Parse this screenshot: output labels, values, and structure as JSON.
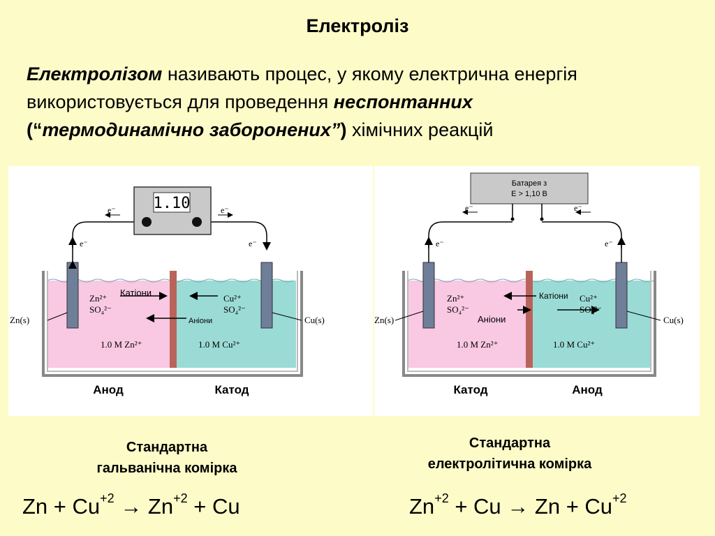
{
  "title": "Електроліз",
  "definition": {
    "term": "Електролізом",
    "part1": " називають процес, у якому електрична енергія використовується для проведення ",
    "bold1": "неспонтанних",
    "part2": " (",
    "quote_open": "“",
    "bold2": "термодинамічно заборонених",
    "quote_close": "”",
    "part3": ")",
    "part4": " хімічних реакцій"
  },
  "galvanic": {
    "meter_value": "1.10",
    "e": "e⁻",
    "cations": "Катіони",
    "anions": "Аніони",
    "left_electrode": "Zn(s)",
    "right_electrode": "Cu(s)",
    "left_ions1": "Zn²⁺",
    "left_ions2": "SO₄²⁻",
    "right_ions1": "Cu²⁺",
    "right_ions2": "SO₄²⁻",
    "left_conc": "1.0 M Zn²⁺",
    "right_conc": "1.0 M Cu²⁺",
    "left_label": "Анод",
    "right_label": "Катод",
    "caption_line1": "Стандартна",
    "caption_line2": "гальванічна комірка"
  },
  "electrolytic": {
    "battery_line1": "Батарея з",
    "battery_line2": "E > 1,10 B",
    "e": "e⁻",
    "cations": "Катіони",
    "anions": "Аніони",
    "left_electrode": "Zn(s)",
    "right_electrode": "Cu(s)",
    "left_ions1": "Zn²⁺",
    "left_ions2": "SO₄²⁻",
    "right_ions1": "Cu²⁺",
    "right_ions2": "SO₄²⁻",
    "left_conc": "1.0 M Zn²⁺",
    "right_conc": "1.0 M Cu²⁺",
    "left_label": "Катод",
    "right_label": "Анод",
    "caption_line1": "Стандартна",
    "caption_line2": "електролітична комірка"
  },
  "equations": {
    "left": {
      "a": "Zn + Cu",
      "a_sup": "+2",
      "b": " → Zn",
      "b_sup": "+2",
      "c": " + Cu"
    },
    "right": {
      "a": "Zn",
      "a_sup": "+2",
      "b": " + Cu → Zn + Cu",
      "b_sup": "+2"
    }
  },
  "colors": {
    "background": "#fdfbc8",
    "anode_solution": "#f9c8e3",
    "cathode_solution": "#9bdbd6",
    "electrode": "#6f7e99",
    "salt_bridge": "#b9645a",
    "battery": "#c9c9c9",
    "cation_arrow": "#000000"
  }
}
